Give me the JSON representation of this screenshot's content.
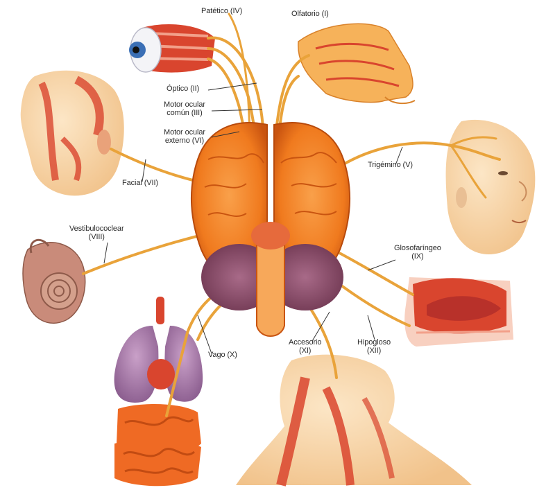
{
  "labels": {
    "patetico": "Patético (IV)",
    "olfatorio": "Olfatorio (I)",
    "optico": "Óptico (II)",
    "motor_comun_1": "Motor ocular",
    "motor_comun_2": "común (III)",
    "motor_externo_1": "Motor ocular",
    "motor_externo_2": "externo (VI)",
    "trigemino": "Trigémino (V)",
    "facial": "Facial (VII)",
    "vestibulococlear_1": "Vestibulococlear",
    "vestibulococlear_2": "(VIII)",
    "glosofaringeo_1": "Glosofaríngeo",
    "glosofaringeo_2": "(IX)",
    "vago": "Vago (X)",
    "accesorio_1": "Accesorio",
    "accesorio_2": "(XI)",
    "hipogloso_1": "Hipogloso",
    "hipogloso_2": "(XII)"
  },
  "colors": {
    "nerve": "#e9a33a",
    "brain": "#f07a1e",
    "brain_dark": "#c95410",
    "cerebellum": "#8a4a6a",
    "skin": "#f8d6a8",
    "muscle": "#d9452e",
    "lung": "#a77aa8",
    "intestine": "#ef6a24",
    "leader": "#333333"
  }
}
